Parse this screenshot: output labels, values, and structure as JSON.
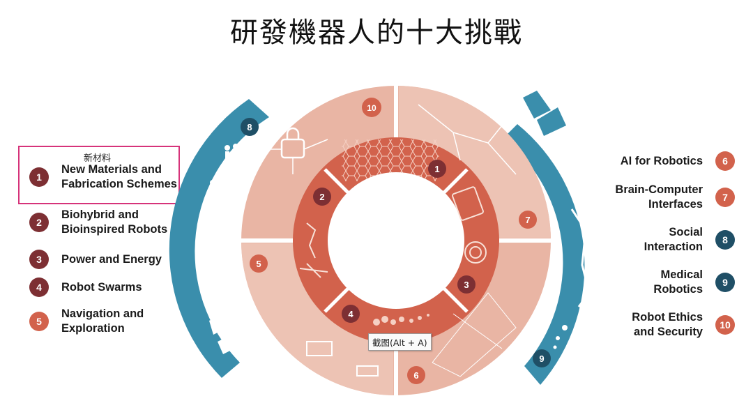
{
  "title": "研發機器人的十大挑戰",
  "annotation": {
    "note": "新材料",
    "tooltip": "截图(Alt + A)"
  },
  "colors": {
    "dark_red": "#7d2f33",
    "red": "#d2624c",
    "light_salmon": "#e9b5a4",
    "teal_dark": "#1f4f66",
    "teal": "#3a8eac",
    "highlight": "#d6337a"
  },
  "left_items": [
    {
      "num": "1",
      "label": "New Materials and\nFabrication Schemes",
      "color": "#7d2f33"
    },
    {
      "num": "2",
      "label": "Biohybrid and\nBioinspired Robots",
      "color": "#7d2f33"
    },
    {
      "num": "3",
      "label": "Power and Energy",
      "color": "#7d2f33"
    },
    {
      "num": "4",
      "label": "Robot Swarms",
      "color": "#7d2f33"
    },
    {
      "num": "5",
      "label": "Navigation and\nExploration",
      "color": "#d2624c"
    }
  ],
  "right_items": [
    {
      "num": "6",
      "label": "AI for Robotics",
      "color": "#d2624c"
    },
    {
      "num": "7",
      "label": "Brain-Computer\nInterfaces",
      "color": "#d2624c"
    },
    {
      "num": "8",
      "label": "Social\nInteraction",
      "color": "#1f4f66"
    },
    {
      "num": "9",
      "label": "Medical\nRobotics",
      "color": "#1f4f66"
    },
    {
      "num": "10",
      "label": "Robot Ethics\nand Security",
      "color": "#d2624c"
    }
  ],
  "ring_badges": [
    {
      "num": "1",
      "ring": "inner"
    },
    {
      "num": "2",
      "ring": "inner"
    },
    {
      "num": "3",
      "ring": "inner"
    },
    {
      "num": "4",
      "ring": "inner"
    },
    {
      "num": "5",
      "ring": "middle"
    },
    {
      "num": "6",
      "ring": "middle"
    },
    {
      "num": "7",
      "ring": "middle"
    },
    {
      "num": "8",
      "ring": "outer"
    },
    {
      "num": "9",
      "ring": "outer"
    },
    {
      "num": "10",
      "ring": "middle"
    }
  ],
  "icons": [
    "lock-icon",
    "neuron-icon",
    "molecule-icon",
    "chip-icon",
    "battery-icon",
    "drone-icon",
    "robot-arm-icon",
    "neural-network-icon",
    "swarm-dots-icon",
    "people-icon",
    "rover-icon",
    "spine-robot-icon"
  ]
}
